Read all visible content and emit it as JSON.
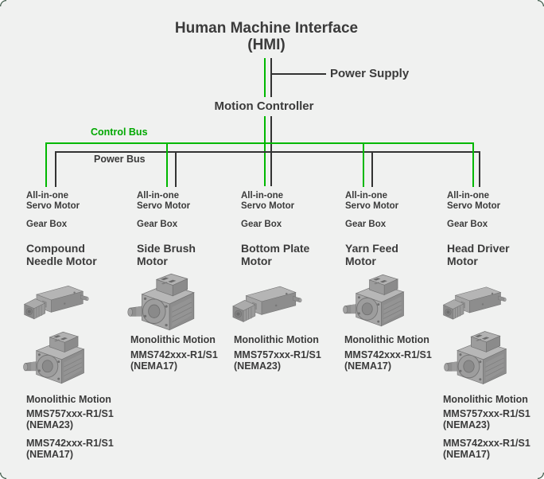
{
  "header": {
    "title_line1": "Human Machine Interface",
    "title_line2": "(HMI)",
    "power_supply": "Power Supply",
    "motion_controller": "Motion Controller",
    "control_bus": "Control Bus",
    "power_bus": "Power Bus"
  },
  "colors": {
    "control_bus_green": "#00b800",
    "power_bus_black": "#333333",
    "background": "#f0f1f0",
    "text": "#3b3b3b"
  },
  "columns": [
    {
      "servo_line1": "All-in-one",
      "servo_line2": "Servo Motor",
      "gearbox": "Gear Box",
      "name_line1": "Compound",
      "name_line2": "Needle Motor",
      "images": [
        "gear-motor",
        "servo-motor"
      ],
      "monolithic": "Monolithic Motion",
      "parts": [
        {
          "model": "MMS757xxx-R1/S1",
          "nema": "(NEMA23)"
        },
        {
          "model": "MMS742xxx-R1/S1",
          "nema": "(NEMA17)"
        }
      ]
    },
    {
      "servo_line1": "All-in-one",
      "servo_line2": "Servo Motor",
      "gearbox": "Gear Box",
      "name_line1": "Side Brush",
      "name_line2": "Motor",
      "images": [
        "servo-motor"
      ],
      "monolithic": "Monolithic Motion",
      "parts": [
        {
          "model": "MMS742xxx-R1/S1",
          "nema": "(NEMA17)"
        }
      ]
    },
    {
      "servo_line1": "All-in-one",
      "servo_line2": "Servo Motor",
      "gearbox": "Gear Box",
      "name_line1": "Bottom Plate",
      "name_line2": "Motor",
      "images": [
        "gear-motor"
      ],
      "monolithic": "Monolithic Motion",
      "parts": [
        {
          "model": "MMS757xxx-R1/S1",
          "nema": "(NEMA23)"
        }
      ]
    },
    {
      "servo_line1": "All-in-one",
      "servo_line2": "Servo Motor",
      "gearbox": "Gear Box",
      "name_line1": "Yarn Feed",
      "name_line2": "Motor",
      "images": [
        "servo-motor"
      ],
      "monolithic": "Monolithic Motion",
      "parts": [
        {
          "model": "MMS742xxx-R1/S1",
          "nema": "(NEMA17)"
        }
      ]
    },
    {
      "servo_line1": "All-in-one",
      "servo_line2": "Servo Motor",
      "gearbox": "Gear Box",
      "name_line1": "Head Driver",
      "name_line2": "Motor",
      "images": [
        "gear-motor",
        "servo-motor"
      ],
      "monolithic": "Monolithic Motion",
      "parts": [
        {
          "model": "MMS757xxx-R1/S1",
          "nema": "(NEMA23)"
        },
        {
          "model": "MMS742xxx-R1/S1",
          "nema": "(NEMA17)"
        }
      ]
    }
  ]
}
